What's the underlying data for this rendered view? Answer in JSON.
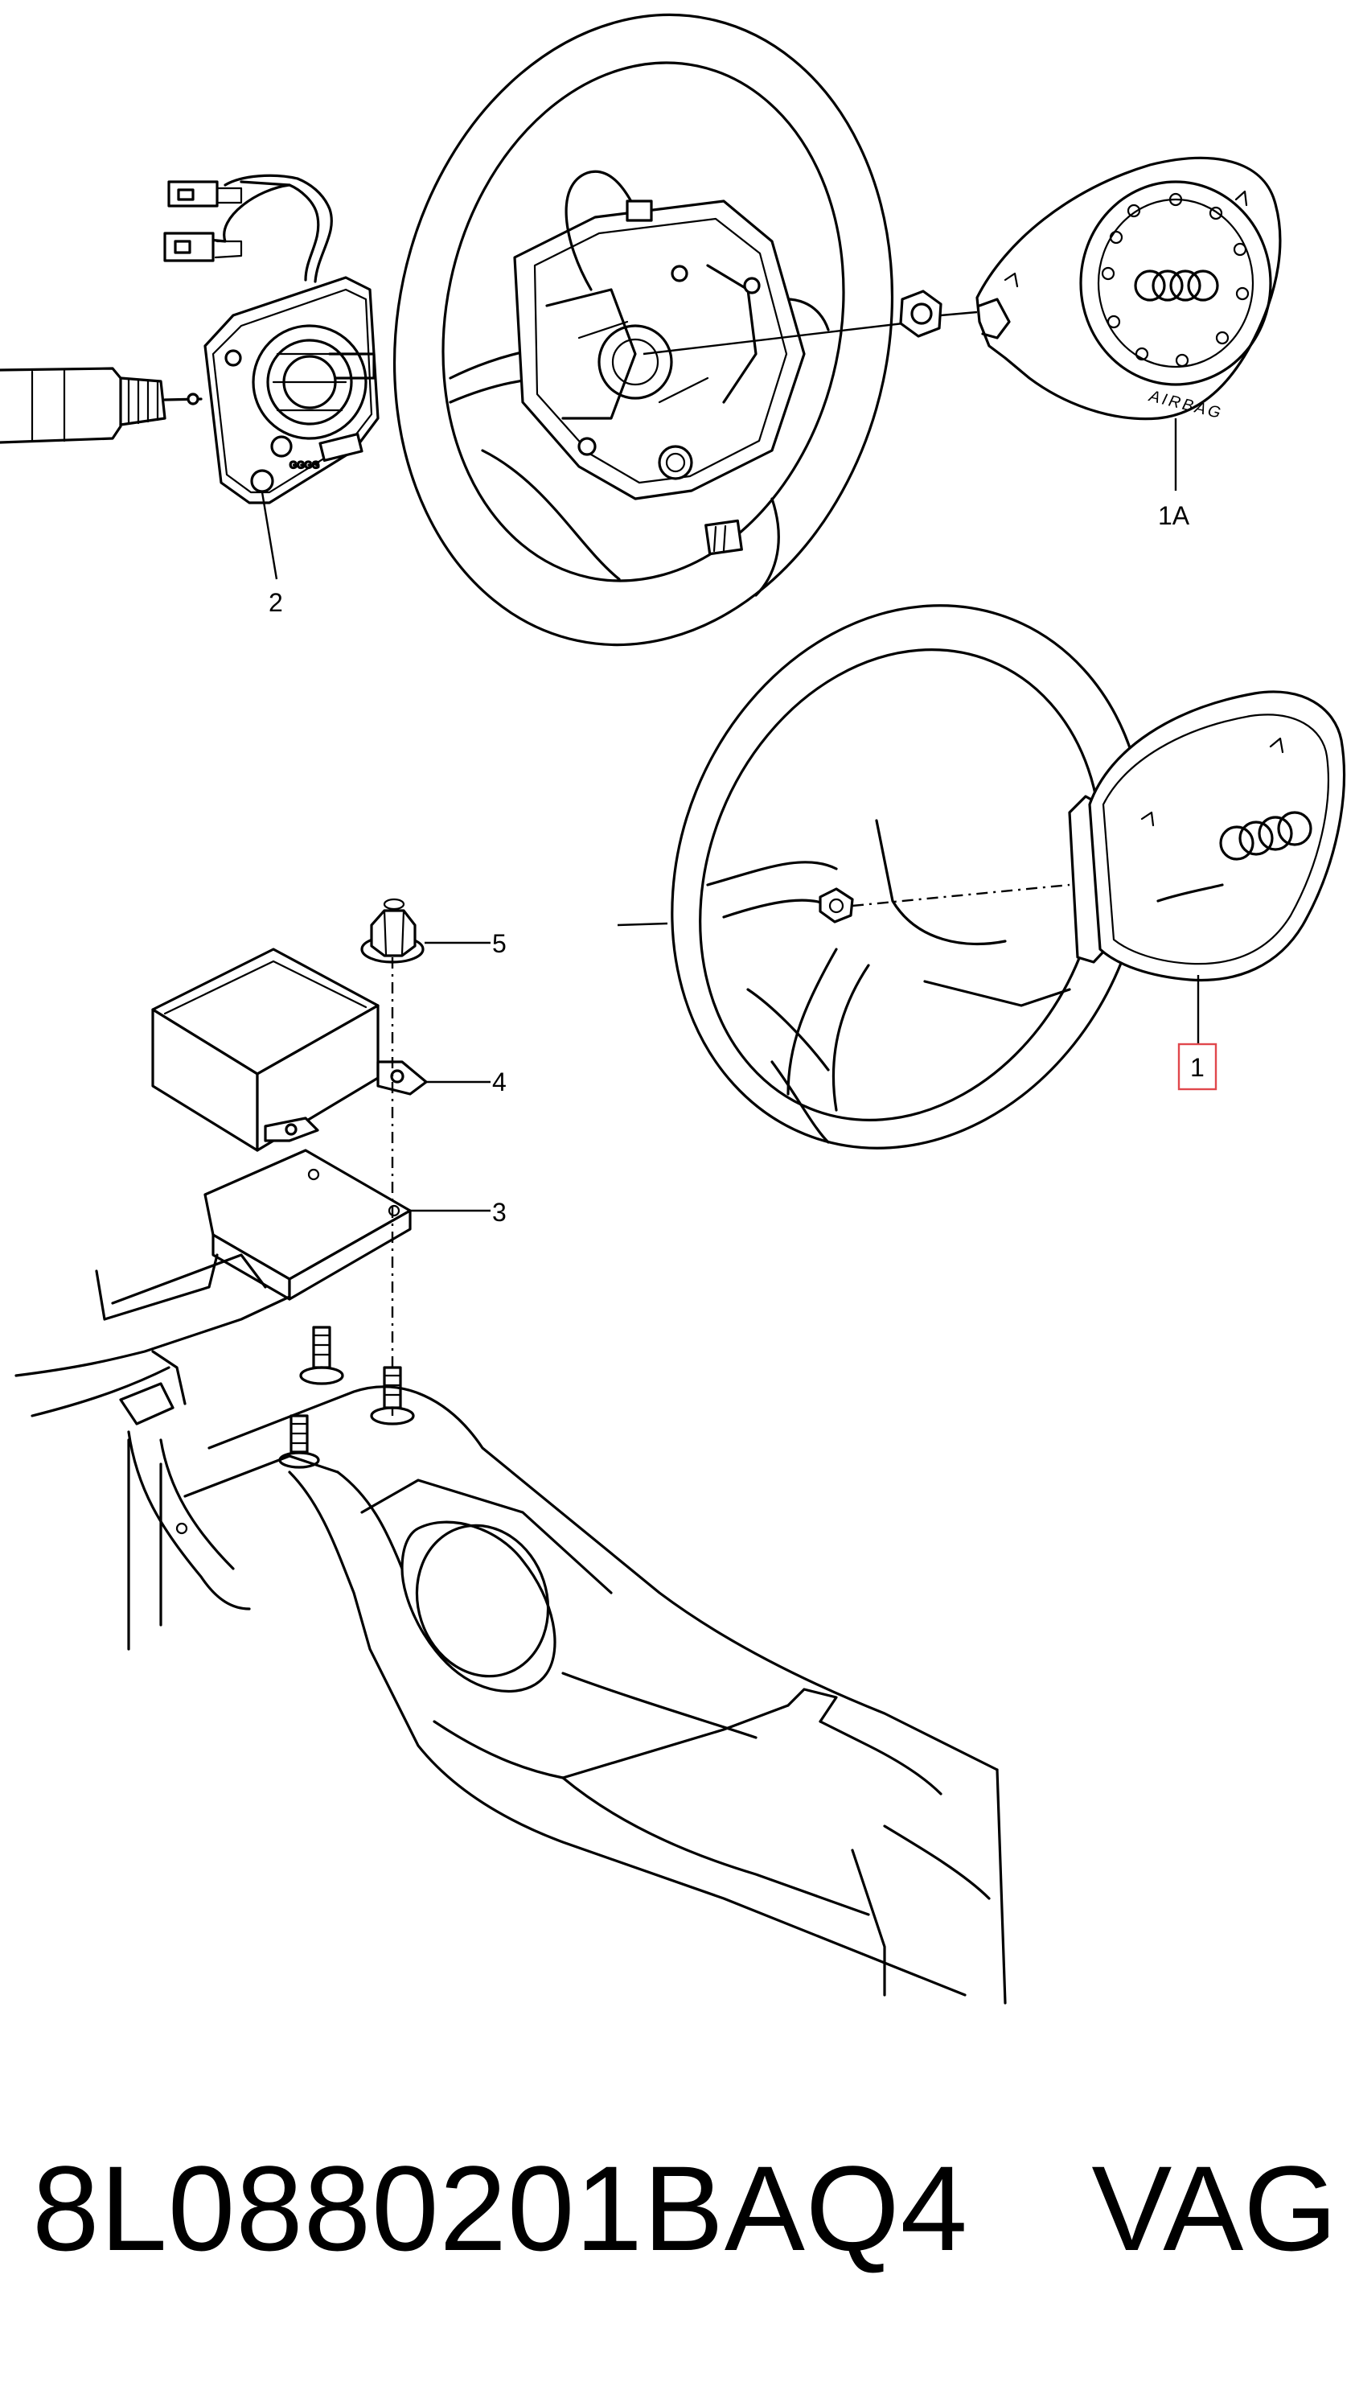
{
  "diagram": {
    "callouts": {
      "c1": "1",
      "c1a": "1A",
      "c2": "2",
      "c3": "3",
      "c4": "4",
      "c5": "5"
    },
    "emboss_text": "AIRBAG",
    "highlight_color": "#e0474c"
  },
  "footer": {
    "part_number": "8L0880201BAQ4",
    "brand": "VAG"
  }
}
